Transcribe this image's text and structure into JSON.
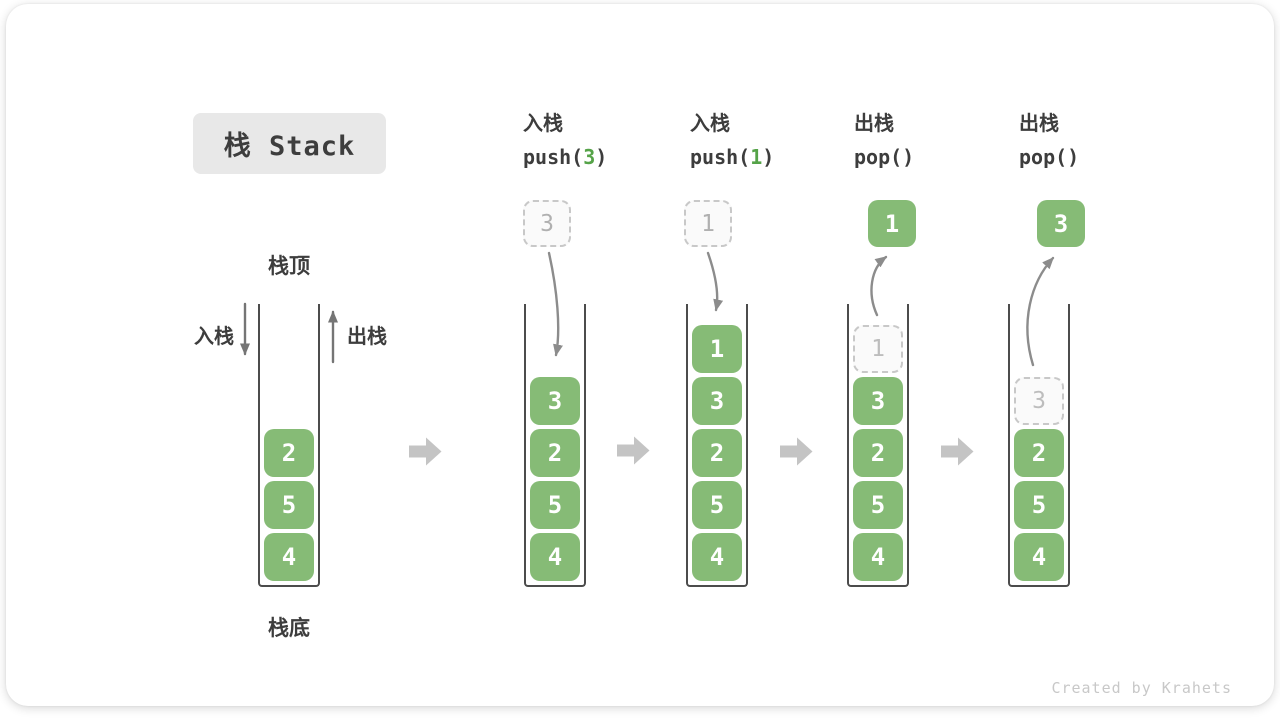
{
  "title": "栈 Stack",
  "watermark": "Created by Krahets",
  "labels": {
    "stack_top": "栈顶",
    "stack_bottom": "栈底",
    "push_side": "入栈",
    "pop_side": "出栈"
  },
  "colors": {
    "item_green": "#86bb76",
    "code_arg_green": "#55a348",
    "flow_arrow": "#8c8c8c",
    "side_arrow": "#757575",
    "block_arrow": "#c4c4c4",
    "title_bg": "#e8e8e8",
    "text_dark": "#3d3d3d",
    "ghost_border": "#c8c8c8",
    "ghost_text": "#b8b8b8"
  },
  "columns": [
    {
      "name": "initial-stack",
      "items": [
        {
          "value": "2"
        },
        {
          "value": "5"
        },
        {
          "value": "4"
        }
      ]
    },
    {
      "name": "push-3",
      "op": "入栈",
      "code_pre": "push(",
      "code_arg": "3",
      "code_post": ")",
      "floating": {
        "value": "3",
        "style": "ghost"
      },
      "items": [
        {
          "value": "3"
        },
        {
          "value": "2"
        },
        {
          "value": "5"
        },
        {
          "value": "4"
        }
      ]
    },
    {
      "name": "push-1",
      "op": "入栈",
      "code_pre": "push(",
      "code_arg": "1",
      "code_post": ")",
      "floating": {
        "value": "1",
        "style": "ghost"
      },
      "items": [
        {
          "value": "1"
        },
        {
          "value": "3"
        },
        {
          "value": "2"
        },
        {
          "value": "5"
        },
        {
          "value": "4"
        }
      ]
    },
    {
      "name": "pop-1",
      "op": "出栈",
      "code_pre": "pop()",
      "code_arg": "",
      "code_post": "",
      "floating": {
        "value": "1",
        "style": "solid"
      },
      "items": [
        {
          "value": "1",
          "ghost": true
        },
        {
          "value": "3"
        },
        {
          "value": "2"
        },
        {
          "value": "5"
        },
        {
          "value": "4"
        }
      ]
    },
    {
      "name": "pop-2",
      "op": "出栈",
      "code_pre": "pop()",
      "code_arg": "",
      "code_post": "",
      "floating": {
        "value": "3",
        "style": "solid"
      },
      "items": [
        {
          "value": "3",
          "ghost": true
        },
        {
          "value": "2"
        },
        {
          "value": "5"
        },
        {
          "value": "4"
        }
      ]
    }
  ]
}
